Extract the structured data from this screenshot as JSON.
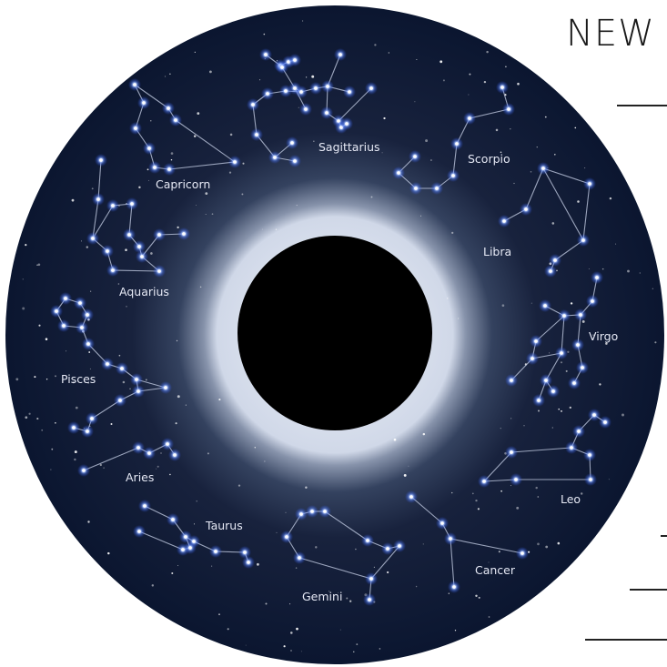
{
  "header": {
    "title": "NEW"
  },
  "zodiac_disc": {
    "constellations": [
      {
        "id": "sagittarius",
        "label": "Sagittarius"
      },
      {
        "id": "scorpio",
        "label": "Scorpio"
      },
      {
        "id": "libra",
        "label": "Libra"
      },
      {
        "id": "virgo",
        "label": "Virgo"
      },
      {
        "id": "leo",
        "label": "Leo"
      },
      {
        "id": "cancer",
        "label": "Cancer"
      },
      {
        "id": "gemini",
        "label": "Gemini"
      },
      {
        "id": "taurus",
        "label": "Taurus"
      },
      {
        "id": "aries",
        "label": "Aries"
      },
      {
        "id": "pisces",
        "label": "Pisces"
      },
      {
        "id": "aquarius",
        "label": "Aquarius"
      },
      {
        "id": "capricorn",
        "label": "Capricorn"
      }
    ]
  },
  "colors": {
    "sky_dark": "#0b1630",
    "sky_glow": "#dfe5f2",
    "center_hole": "#000000",
    "star_blue": "#6f9bff",
    "line_color": "#c9d3ea",
    "label_color": "#e6e9f5"
  }
}
